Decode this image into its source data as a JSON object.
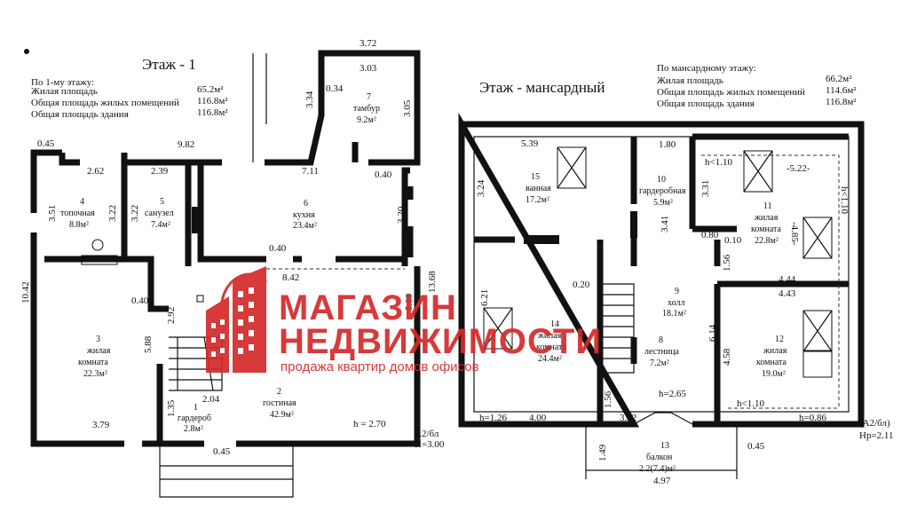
{
  "watermark": {
    "line1": "МАГАЗИН",
    "line2": "НЕДВИЖИМОСТИ",
    "tagline": "продажа квартир домов офисов",
    "color": "#d32a2a"
  },
  "floor1": {
    "title": "Этаж - 1",
    "summary_heading": "По 1-му этажу:",
    "rows": [
      {
        "label": "Жилая площадь",
        "value": "65.2м²"
      },
      {
        "label": "Общая площадь жилых помещений",
        "value": "116.8м²"
      },
      {
        "label": "Общая площадь здания",
        "value": "116.8м²"
      }
    ],
    "rooms": [
      {
        "num": "4",
        "name": "топочная",
        "area": "8.8м²"
      },
      {
        "num": "5",
        "name": "санузел",
        "area": "7.4м²"
      },
      {
        "num": "6",
        "name": "кухня",
        "area": "23.4м²"
      },
      {
        "num": "7",
        "name": "тамбур",
        "area": "9.2м²"
      },
      {
        "num": "3",
        "name1": "жилая",
        "name2": "комната",
        "area": "22.3м²"
      },
      {
        "num": "2",
        "name": "гостиная",
        "area": "42.9м²"
      },
      {
        "num": "1",
        "name": "гардероб",
        "area": "2.8м²"
      }
    ],
    "dims": [
      "3.72",
      "3.03",
      "3.34",
      "0.34",
      "3.05",
      "0.45",
      "9.82",
      "2.62",
      "2.39",
      "7.11",
      "0.40",
      "3.51",
      "3.22",
      "3.22",
      "3.20",
      "0.40",
      "8.42",
      "10.42",
      "13.68",
      "0.40",
      "2.92",
      "5.89",
      "5.88",
      "2.04",
      "1.35",
      "3.79",
      "0.45",
      "h = 2.70"
    ],
    "stamp1": "А2/бл",
    "stamp2": "Н=3.00"
  },
  "attic": {
    "title": "Этаж - мансардный",
    "summary_heading": "По мансардному этажу:",
    "rows": [
      {
        "label": "Жилая площадь",
        "value": "66.2м²"
      },
      {
        "label": "Общая площадь жилых помещений",
        "value": "114.6м²"
      },
      {
        "label": "Общая площадь здания",
        "value": "116.8м²"
      }
    ],
    "rooms": [
      {
        "num": "15",
        "name": "ванная",
        "area": "17.2м²"
      },
      {
        "num": "10",
        "name": "гардеробная",
        "area": "5.9м²"
      },
      {
        "num": "11",
        "name1": "жилая",
        "name2": "комната",
        "area": "22.8м²"
      },
      {
        "num": "9",
        "name": "холл",
        "area": "18.1м²"
      },
      {
        "num": "14",
        "name1": "жилая",
        "name2": "комната",
        "area": "24.4м²"
      },
      {
        "num": "8",
        "name": "лестница",
        "area": "7.2м²"
      },
      {
        "num": "12",
        "name1": "жилая",
        "name2": "комната",
        "area": "19.0м²"
      },
      {
        "num": "13",
        "name": "балкон",
        "area": "2.2(7.4)м²"
      }
    ],
    "dims": [
      "5.39",
      "1.80",
      "h<1.10",
      "-5.22-",
      "3.24",
      "3.31",
      "-4.85-",
      "h<1.10",
      "3.41",
      "0.80",
      "0.10",
      "1.56",
      "6.21",
      "0.20",
      "4.44",
      "4.43",
      "6.14",
      "4.58",
      "h=2.65",
      "h=1.26",
      "4.00",
      "1.56",
      "3.92",
      "h<1.10",
      "h=0.86",
      "1.49",
      "0.45",
      "4.97"
    ],
    "stamp1": "(А2/бл)",
    "stamp2": "Нр=2.11"
  }
}
